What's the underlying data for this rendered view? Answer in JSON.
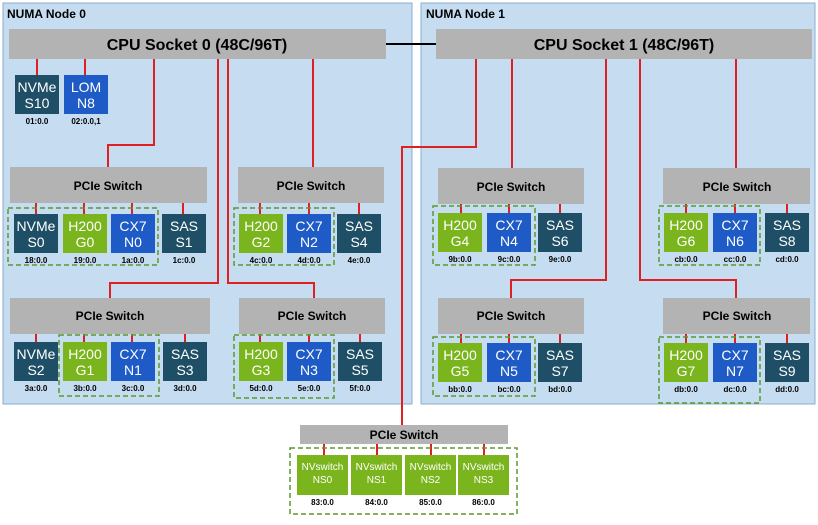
{
  "colors": {
    "numa_bg": "#c6dcf0",
    "numa_border": "#8aaed0",
    "bar": "#b3b3b3",
    "wire": "#e02020",
    "gpu": "#7ab51d",
    "nic": "#1e5bc6",
    "storage": "#1f4f66",
    "group_border": "#5a9a2a"
  },
  "numa": [
    {
      "label": "NUMA Node 0"
    },
    {
      "label": "NUMA Node 1"
    }
  ],
  "cpus": [
    {
      "label": "CPU Socket 0 (48C/96T)"
    },
    {
      "label": "CPU Socket 1 (48C/96T)"
    }
  ],
  "switch_label": "PCIe Switch",
  "switches": [
    {
      "id": "sw0"
    },
    {
      "id": "sw1"
    },
    {
      "id": "sw2"
    },
    {
      "id": "sw3"
    },
    {
      "id": "sw4"
    },
    {
      "id": "sw5"
    },
    {
      "id": "sw6"
    },
    {
      "id": "sw7"
    },
    {
      "id": "sw8"
    }
  ],
  "devices": [
    {
      "id": "nvme_s10",
      "kind": "storage",
      "line1": "NVMe",
      "line2": "S10",
      "bdf": "01:0.0"
    },
    {
      "id": "lom_n8",
      "kind": "nic",
      "line1": "LOM",
      "line2": "N8",
      "bdf": "02:0.0,1"
    },
    {
      "id": "nvme_s0",
      "kind": "storage",
      "line1": "NVMe",
      "line2": "S0",
      "bdf": "18:0.0"
    },
    {
      "id": "h200_g0",
      "kind": "gpu",
      "line1": "H200",
      "line2": "G0",
      "bdf": "19:0.0"
    },
    {
      "id": "cx7_n0",
      "kind": "nic",
      "line1": "CX7",
      "line2": "N0",
      "bdf": "1a:0.0"
    },
    {
      "id": "sas_s1",
      "kind": "storage",
      "line1": "SAS",
      "line2": "S1",
      "bdf": "1c:0.0"
    },
    {
      "id": "h200_g2",
      "kind": "gpu",
      "line1": "H200",
      "line2": "G2",
      "bdf": "4c:0.0"
    },
    {
      "id": "cx7_n2",
      "kind": "nic",
      "line1": "CX7",
      "line2": "N2",
      "bdf": "4d:0.0"
    },
    {
      "id": "sas_s4",
      "kind": "storage",
      "line1": "SAS",
      "line2": "S4",
      "bdf": "4e:0.0"
    },
    {
      "id": "nvme_s2",
      "kind": "storage",
      "line1": "NVMe",
      "line2": "S2",
      "bdf": "3a:0.0"
    },
    {
      "id": "h200_g1",
      "kind": "gpu",
      "line1": "H200",
      "line2": "G1",
      "bdf": "3b:0.0"
    },
    {
      "id": "cx7_n1",
      "kind": "nic",
      "line1": "CX7",
      "line2": "N1",
      "bdf": "3c:0.0"
    },
    {
      "id": "sas_s3",
      "kind": "storage",
      "line1": "SAS",
      "line2": "S3",
      "bdf": "3d:0.0"
    },
    {
      "id": "h200_g3",
      "kind": "gpu",
      "line1": "H200",
      "line2": "G3",
      "bdf": "5d:0.0"
    },
    {
      "id": "cx7_n3",
      "kind": "nic",
      "line1": "CX7",
      "line2": "N3",
      "bdf": "5e:0.0"
    },
    {
      "id": "sas_s5",
      "kind": "storage",
      "line1": "SAS",
      "line2": "S5",
      "bdf": "5f:0.0"
    },
    {
      "id": "h200_g4",
      "kind": "gpu",
      "line1": "H200",
      "line2": "G4",
      "bdf": "9b:0.0"
    },
    {
      "id": "cx7_n4",
      "kind": "nic",
      "line1": "CX7",
      "line2": "N4",
      "bdf": "9c:0.0"
    },
    {
      "id": "sas_s6",
      "kind": "storage",
      "line1": "SAS",
      "line2": "S6",
      "bdf": "9e:0.0"
    },
    {
      "id": "h200_g6",
      "kind": "gpu",
      "line1": "H200",
      "line2": "G6",
      "bdf": "cb:0.0"
    },
    {
      "id": "cx7_n6",
      "kind": "nic",
      "line1": "CX7",
      "line2": "N6",
      "bdf": "cc:0.0"
    },
    {
      "id": "sas_s8",
      "kind": "storage",
      "line1": "SAS",
      "line2": "S8",
      "bdf": "cd:0.0"
    },
    {
      "id": "h200_g5",
      "kind": "gpu",
      "line1": "H200",
      "line2": "G5",
      "bdf": "bb:0.0"
    },
    {
      "id": "cx7_n5",
      "kind": "nic",
      "line1": "CX7",
      "line2": "N5",
      "bdf": "bc:0.0"
    },
    {
      "id": "sas_s7",
      "kind": "storage",
      "line1": "SAS",
      "line2": "S7",
      "bdf": "bd:0.0"
    },
    {
      "id": "h200_g7",
      "kind": "gpu",
      "line1": "H200",
      "line2": "G7",
      "bdf": "db:0.0"
    },
    {
      "id": "cx7_n7",
      "kind": "nic",
      "line1": "CX7",
      "line2": "N7",
      "bdf": "dc:0.0"
    },
    {
      "id": "sas_s9",
      "kind": "storage",
      "line1": "SAS",
      "line2": "S9",
      "bdf": "dd:0.0"
    },
    {
      "id": "nvswitch_ns0",
      "kind": "nvswitch",
      "line1": "NVswitch",
      "line2": "NS0",
      "bdf": "83:0.0"
    },
    {
      "id": "nvswitch_ns1",
      "kind": "nvswitch",
      "line1": "NVswitch",
      "line2": "NS1",
      "bdf": "84:0.0"
    },
    {
      "id": "nvswitch_ns2",
      "kind": "nvswitch",
      "line1": "NVswitch",
      "line2": "NS2",
      "bdf": "85:0.0"
    },
    {
      "id": "nvswitch_ns3",
      "kind": "nvswitch",
      "line1": "NVswitch",
      "line2": "NS3",
      "bdf": "86:0.0"
    }
  ]
}
